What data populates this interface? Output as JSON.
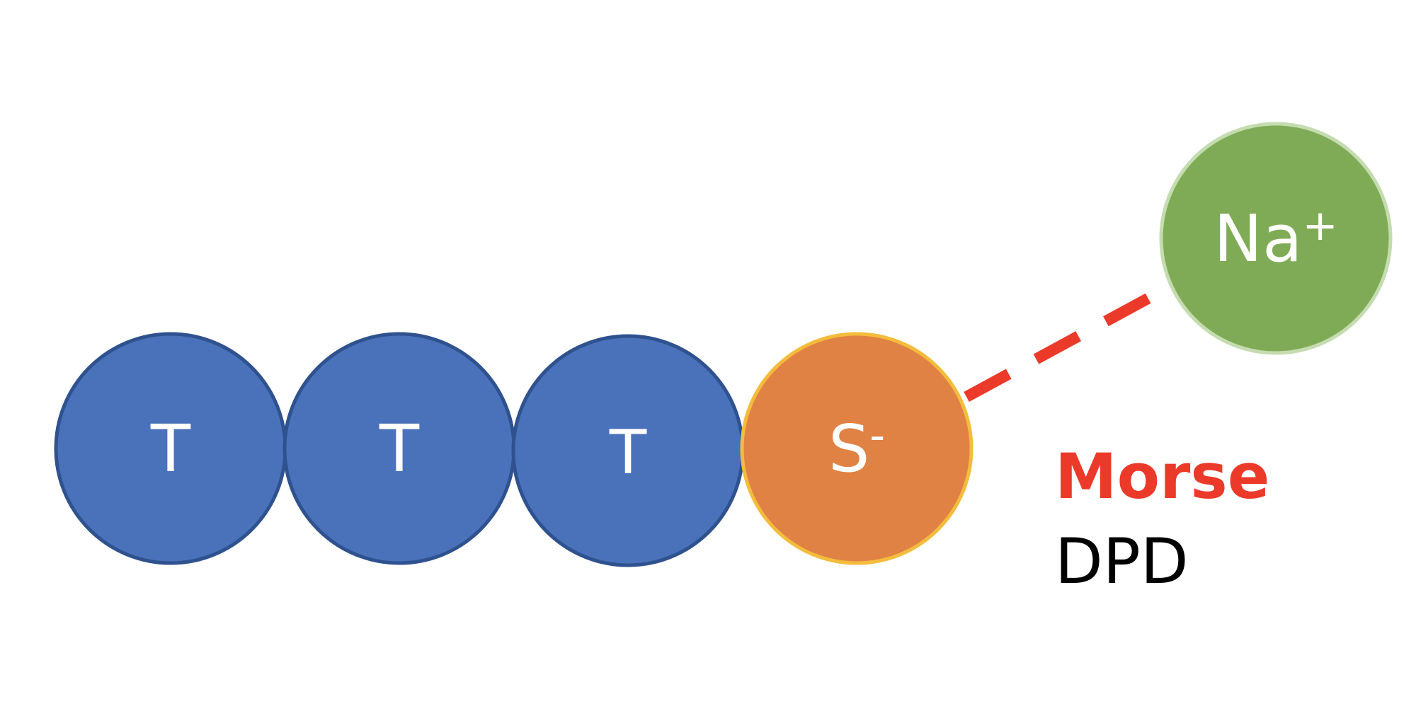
{
  "beads": [
    {
      "id": "tail-1",
      "label": "T",
      "superscript": "",
      "fill": "#4a72ba",
      "stroke": "#2f528f"
    },
    {
      "id": "tail-2",
      "label": "T",
      "superscript": "",
      "fill": "#4a72ba",
      "stroke": "#2f528f"
    },
    {
      "id": "tail-3",
      "label": "T",
      "superscript": "",
      "fill": "#4a72ba",
      "stroke": "#2f528f"
    },
    {
      "id": "head",
      "label": "S",
      "superscript": "-",
      "fill": "#e08244",
      "stroke": "#f4bc3c"
    },
    {
      "id": "counterion",
      "label": "Na",
      "superscript": "+",
      "fill": "#80ab56",
      "stroke": "#c5dcb0"
    }
  ],
  "bond": {
    "from": "head",
    "to": "counterion",
    "style": "dashed",
    "color": "#ec3a2a"
  },
  "legend": {
    "morse": {
      "text": "Morse",
      "color": "#ec3a2a"
    },
    "dpd": {
      "text": "DPD",
      "color": "#000000"
    }
  }
}
